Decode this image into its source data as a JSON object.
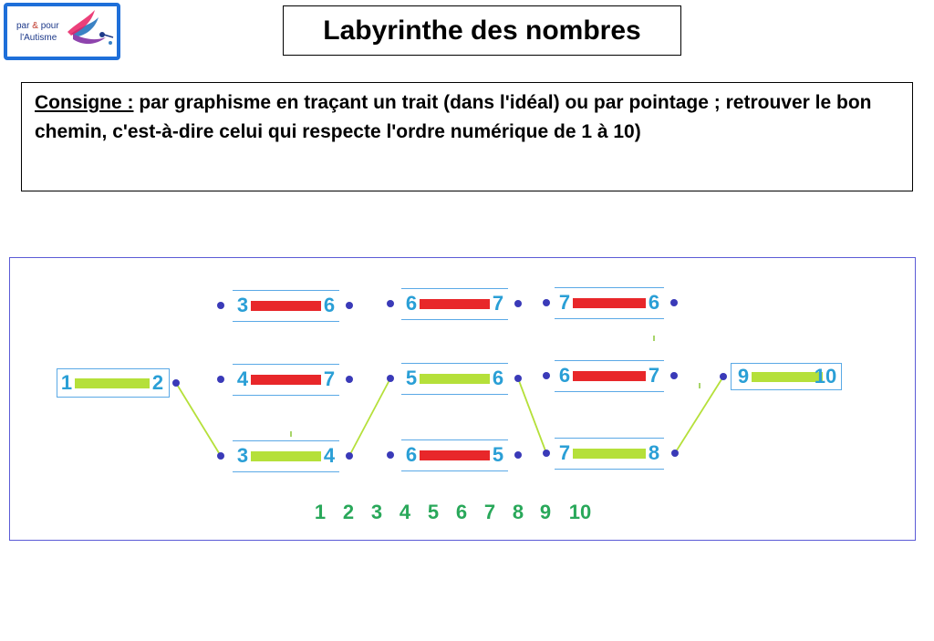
{
  "logo": {
    "line1_a": "par",
    "line1_amp": "&",
    "line1_b": "pour",
    "line2": "l'Autisme"
  },
  "title": "Labyrinthe des nombres",
  "instruction": {
    "label": "Consigne :",
    "text": "par graphisme en traçant un trait (dans l'idéal) ou par pointage ; retrouver le bon chemin, c'est-à-dire celui qui respecte l'ordre numérique de 1 à 10)"
  },
  "colors": {
    "correct_bar": "#b5e03a",
    "wrong_bar": "#e8272a",
    "number": "#2a9fd6",
    "dot": "#3a3ab8",
    "sequence": "#29a85a",
    "frame": "#5b5bd6"
  },
  "maze": {
    "cells": [
      {
        "id": "start",
        "left": "1",
        "right": "2",
        "correct": true,
        "boxed": true
      },
      {
        "id": "c1-top",
        "left": "3",
        "right": "6",
        "correct": false
      },
      {
        "id": "c1-mid",
        "left": "4",
        "right": "7",
        "correct": false
      },
      {
        "id": "c1-bot",
        "left": "3",
        "right": "4",
        "correct": true
      },
      {
        "id": "c2-top",
        "left": "6",
        "right": "7",
        "correct": false
      },
      {
        "id": "c2-mid",
        "left": "5",
        "right": "6",
        "correct": true
      },
      {
        "id": "c2-bot",
        "left": "6",
        "right": "5",
        "correct": false
      },
      {
        "id": "c3-top",
        "left": "7",
        "right": "6",
        "correct": false
      },
      {
        "id": "c3-mid",
        "left": "6",
        "right": "7",
        "correct": false
      },
      {
        "id": "c3-bot",
        "left": "7",
        "right": "8",
        "correct": true
      },
      {
        "id": "end",
        "left": "9",
        "right": "10",
        "correct": true,
        "boxed": true
      }
    ]
  },
  "sequence": [
    "1",
    "2",
    "3",
    "4",
    "5",
    "6",
    "7",
    "8",
    "9",
    "10"
  ]
}
